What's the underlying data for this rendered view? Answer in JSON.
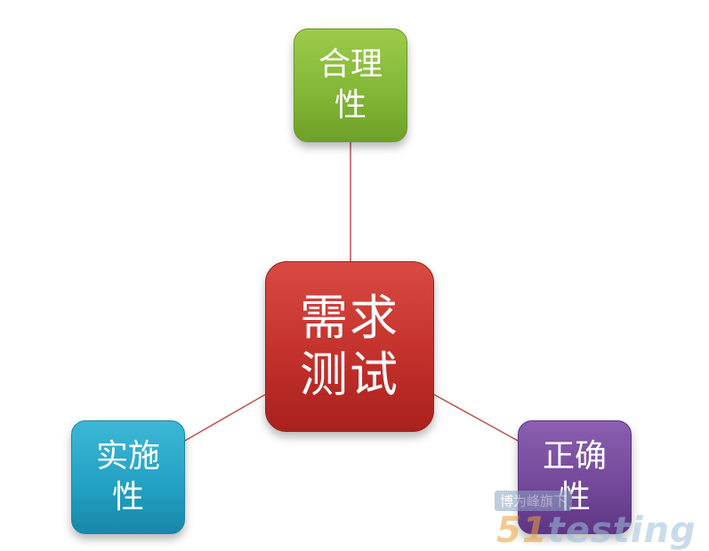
{
  "diagram": {
    "center": {
      "label": "需求\n测试",
      "color": "#c4312c"
    },
    "nodes": [
      {
        "id": "top",
        "label": "合理\n性",
        "color": "#82b536"
      },
      {
        "id": "left",
        "label": "实施\n性",
        "color": "#22a0c2"
      },
      {
        "id": "right",
        "label": "正确\n性",
        "color": "#724799"
      }
    ],
    "connector_color": "#c0504d"
  },
  "watermark": {
    "label": "博为峰旗下",
    "logo_prefix": "51",
    "logo_suffix": "testing"
  }
}
